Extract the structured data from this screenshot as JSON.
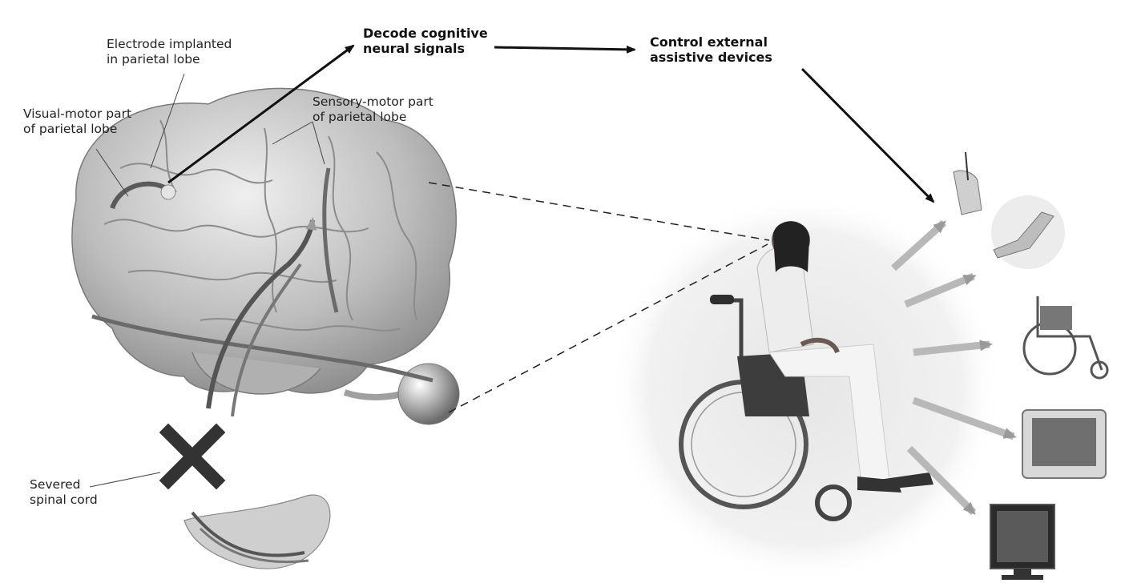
{
  "labels": {
    "electrode": [
      "Electrode implanted",
      "in parietal lobe"
    ],
    "visual_motor": [
      "Visual-motor part",
      "of parietal lobe"
    ],
    "sensory_motor": [
      "Sensory-motor part",
      "of parietal lobe"
    ],
    "decode": [
      "Decode cognitive",
      "neural signals"
    ],
    "control": [
      "Control external",
      "assistive devices"
    ],
    "severed": [
      "Severed",
      "spinal cord"
    ]
  },
  "devices": [
    "hand-holding-pen",
    "robotic-arm",
    "wheelchair",
    "television",
    "computer-monitor"
  ],
  "colors": {
    "ink": "#111111",
    "brain_light": "#d9d9d9",
    "brain_dark": "#8a8a8a",
    "signal_path": "#555555",
    "cross": "#333333"
  }
}
